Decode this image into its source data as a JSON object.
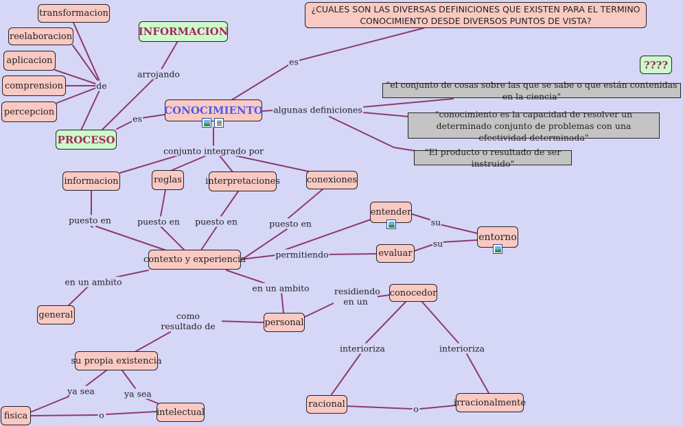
{
  "nodes": {
    "transformacion": "transformacion",
    "reelaboracion": "reelaboracion",
    "aplicacion": "aplicacion",
    "comprension": "comprension",
    "percepcion": "percepcion",
    "informacion_top": "INFORMACION",
    "proceso": "PROCESO",
    "conocimiento": "CONOCIMIENTO",
    "question": "¿CUALES SON LAS DIVERSAS DEFINICIONES QUE EXISTEN PARA EL TERMINO CONOCIMIENTO DESDE DIVERSOS PUNTOS DE VISTA?",
    "unknown": "????",
    "def1": "\"el conjunto de cosas sobre las que se sabe o que están contenidas en la ciencia\"",
    "def2": "\"conocimiento es la capacidad de resolver un determinado conjunto de problemas con una efectividad determinada\"",
    "def3": "\"El producto o resultado de ser instruido\"",
    "informacion": "informacion",
    "reglas": "reglas",
    "interpretaciones": "interpretaciones",
    "conexiones": "conexiones",
    "contexto": "contexto y experiencia",
    "entender": "entender",
    "evaluar": "evaluar",
    "entorno": "entorno",
    "general": "general",
    "personal": "personal",
    "conocedor": "conocedor",
    "propia": "su propia existencia",
    "racional": "racional",
    "irracionalmente": "irracionalmente",
    "fisica": "fisica",
    "intelectual": "intelectual"
  },
  "labels": {
    "de": "de",
    "arrojando": "arrojando",
    "es_proceso": "es",
    "es_question": "es",
    "algunas": "algunas definiciones",
    "conjunto": "conjunto integrado por",
    "puesto1": "puesto en",
    "puesto2": "puesto en",
    "puesto3": "puesto en",
    "puesto4": "puesto en",
    "permitiendo": "permitiendo",
    "su1": "su",
    "su2": "su",
    "ambito1": "en un ambito",
    "ambito2": "en un ambito",
    "residiendo": "residiendo en un",
    "resultado": "como resultado de",
    "interioriza1": "interioriza",
    "interioriza2": "interioriza",
    "ya_sea1": "ya sea",
    "ya_sea2": "ya sea",
    "o1": "o",
    "o2": "o"
  },
  "icons": [
    "image-icon",
    "document-icon"
  ],
  "colors": {
    "background": "#d6d6f7",
    "node_fill": "#f9c9c3",
    "highlight_fill": "#ccfacc",
    "quote_fill": "#c4c4c4",
    "link": "#8b3a6b",
    "main_text": "#4a5ce8"
  }
}
